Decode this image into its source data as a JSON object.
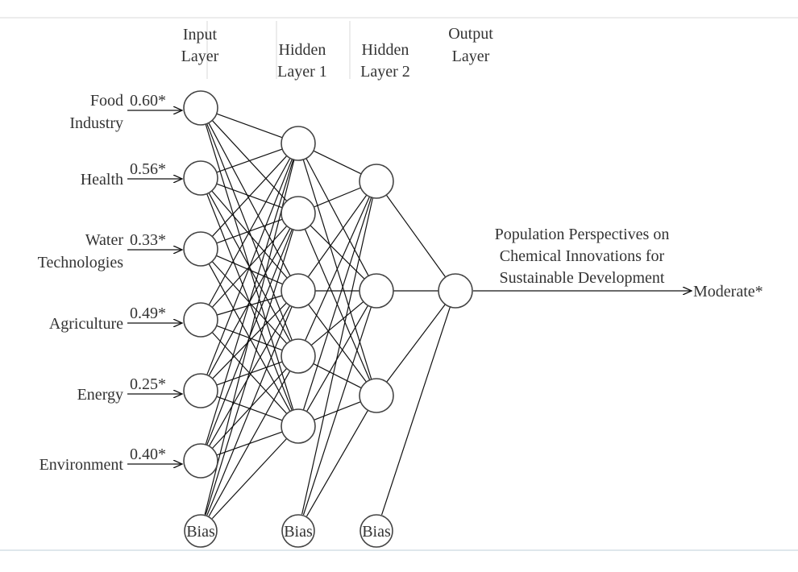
{
  "headers": {
    "input": [
      "Input",
      "Layer"
    ],
    "hidden1": [
      "Hidden",
      "Layer 1"
    ],
    "hidden2": [
      "Hidden",
      "Layer 2"
    ],
    "output": [
      "Output",
      "Layer"
    ]
  },
  "inputs": [
    {
      "label": [
        "Food",
        "Industry"
      ],
      "value": "0.60*"
    },
    {
      "label": [
        "Health"
      ],
      "value": "0.56*"
    },
    {
      "label": [
        "Water",
        "Technologies"
      ],
      "value": "0.33*"
    },
    {
      "label": [
        "Agriculture"
      ],
      "value": "0.49*"
    },
    {
      "label": [
        "Energy"
      ],
      "value": "0.25*"
    },
    {
      "label": [
        "Environment"
      ],
      "value": "0.40*"
    }
  ],
  "bias_label": "Bias",
  "hidden1_count": 5,
  "hidden2_count": 3,
  "output": {
    "description": [
      "Population Perspectives on",
      "Chemical Innovations for",
      "Sustainable Development"
    ],
    "result": "Moderate*"
  }
}
